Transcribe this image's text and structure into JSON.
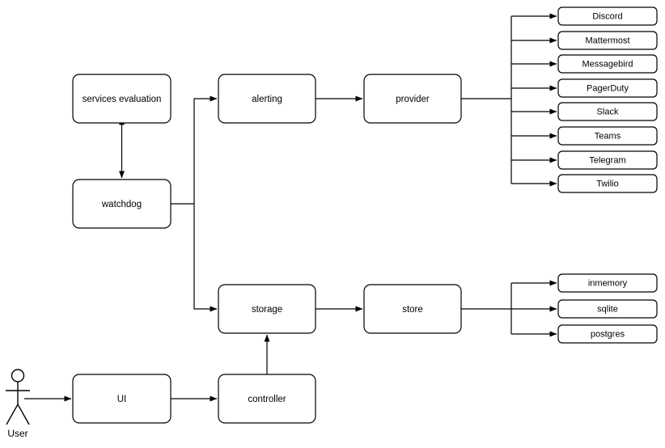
{
  "diagram": {
    "type": "architecture-flow-diagram",
    "background_color": "#ffffff",
    "stroke_color": "#000000",
    "box_fill_color": "#ffffff",
    "actor": {
      "label": "User",
      "icon": "stick-figure-actor"
    },
    "nodes": {
      "services_evaluation": "services evaluation",
      "watchdog": "watchdog",
      "alerting": "alerting",
      "provider": "provider",
      "storage": "storage",
      "store": "store",
      "ui": "UI",
      "controller": "controller"
    },
    "providers": [
      "Discord",
      "Mattermost",
      "Messagebird",
      "PagerDuty",
      "Slack",
      "Teams",
      "Telegram",
      "Twilio"
    ],
    "stores": [
      "inmemory",
      "sqlite",
      "postgres"
    ],
    "connections": [
      {
        "from": "User",
        "to": "UI",
        "kind": "arrow"
      },
      {
        "from": "UI",
        "to": "controller",
        "kind": "arrow"
      },
      {
        "from": "controller",
        "to": "storage",
        "kind": "arrow"
      },
      {
        "from": "services evaluation",
        "to": "watchdog",
        "kind": "double-arrow"
      },
      {
        "from": "watchdog",
        "to": "alerting",
        "kind": "arrow"
      },
      {
        "from": "watchdog",
        "to": "storage",
        "kind": "arrow"
      },
      {
        "from": "alerting",
        "to": "provider",
        "kind": "arrow"
      },
      {
        "from": "provider",
        "to": "providers",
        "kind": "fan-out-arrows"
      },
      {
        "from": "storage",
        "to": "store",
        "kind": "arrow"
      },
      {
        "from": "store",
        "to": "stores",
        "kind": "fan-out-arrows"
      }
    ]
  }
}
